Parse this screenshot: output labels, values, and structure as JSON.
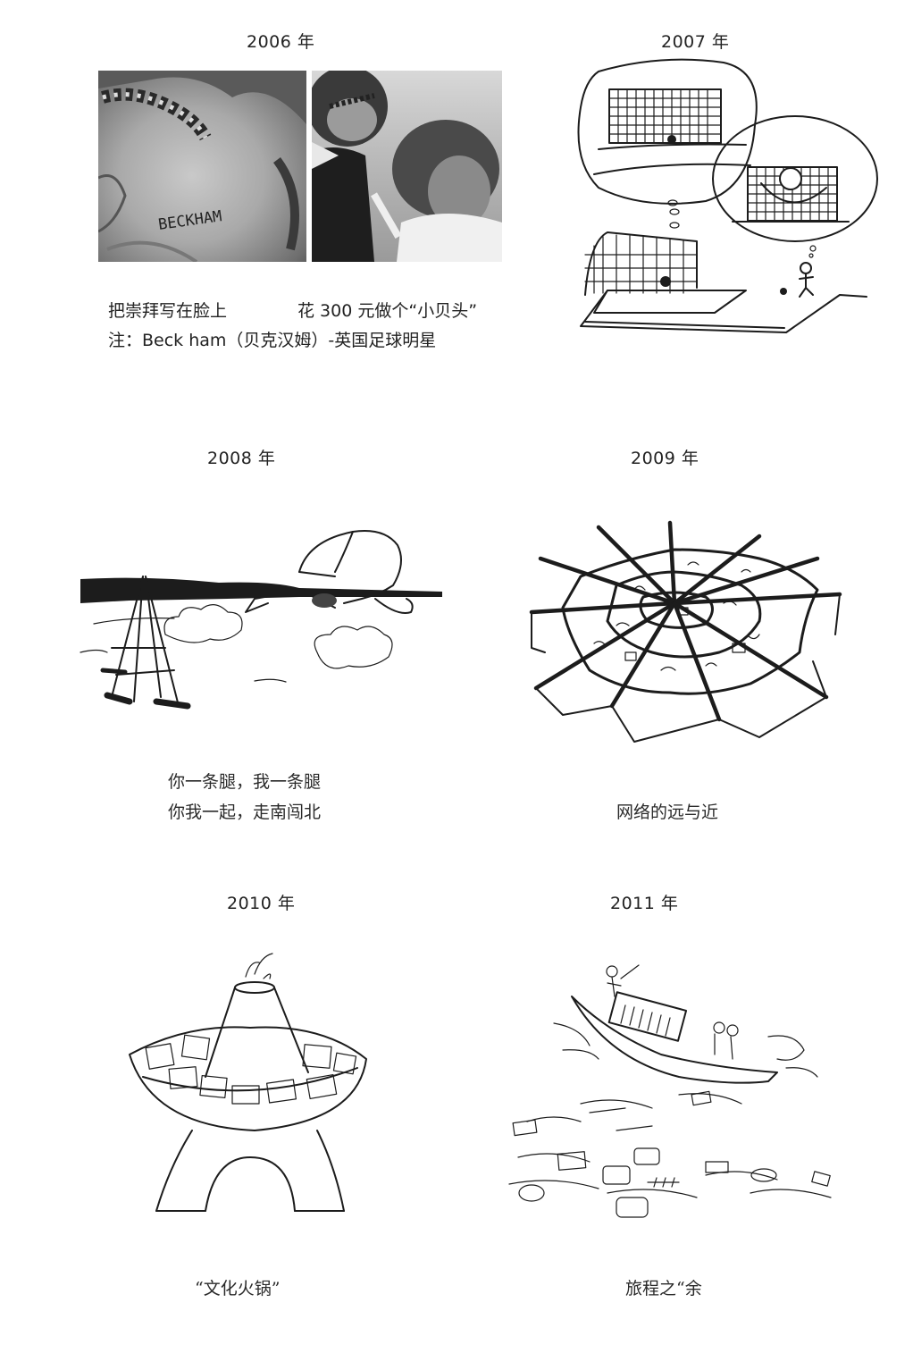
{
  "panels": [
    {
      "year": "2006 年",
      "caption_lines": [
        "把崇拜写在脸上",
        "花 300 元做个“小贝头”",
        "注：Beck ham（贝克汉姆）-英国足球明星"
      ],
      "photo_labels": {
        "face_text": "BECKHAM"
      },
      "image_left": "face-with-beckham-writing-photo",
      "image_right": "hairdresser-styling-hair-photo"
    },
    {
      "year": "2007 年",
      "caption_lines": [],
      "image": "soccer-goal-thought-bubbles-cartoon"
    },
    {
      "year": "2008 年",
      "caption_lines": [
        "你一条腿，我一条腿",
        "你我一起，走南闯北"
      ],
      "image": "two-people-running-three-legged-cartoon"
    },
    {
      "year": "2009 年",
      "caption_lines": [
        "网络的远与近"
      ],
      "image": "spider-web-network-cartoon"
    },
    {
      "year": "2010 年",
      "caption_lines": [
        "“文化火锅”"
      ],
      "image": "culture-hotpot-cartoon"
    },
    {
      "year": "2011 年",
      "caption_lines": [
        "旅程之“余"
      ],
      "image": "boat-trash-in-water-cartoon"
    }
  ]
}
